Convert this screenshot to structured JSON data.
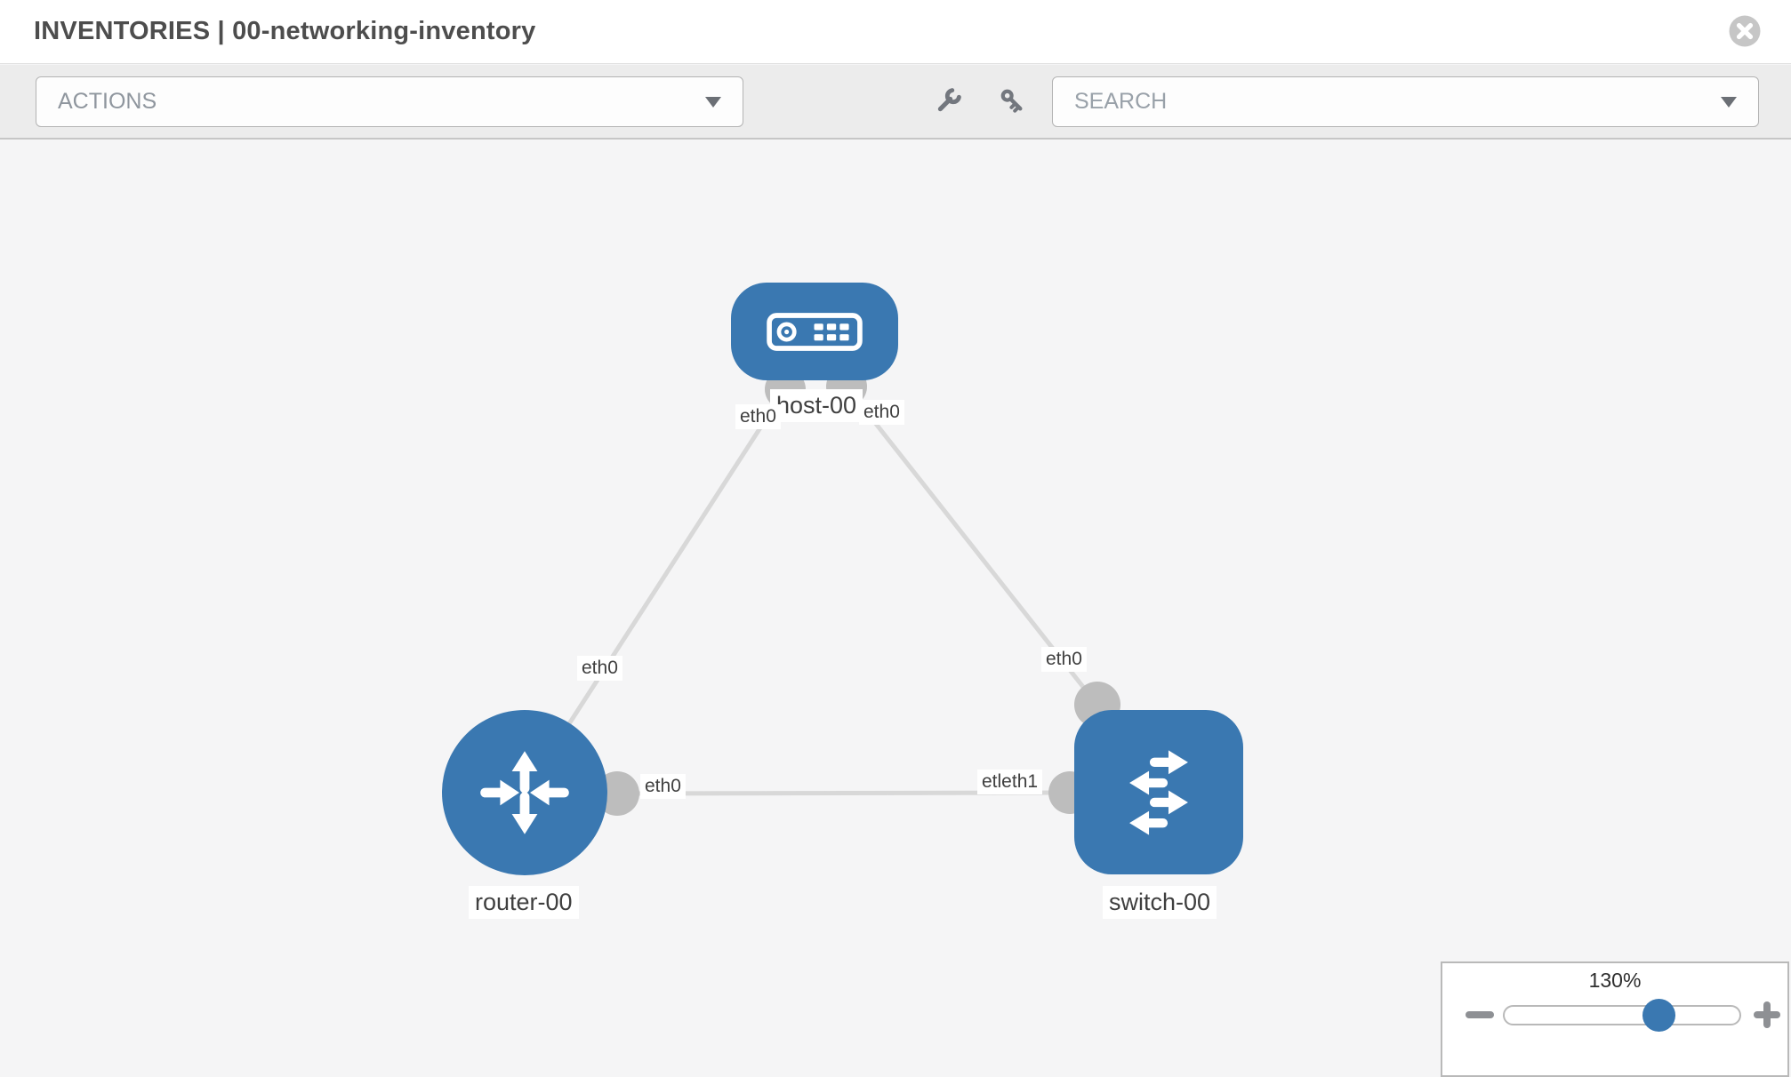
{
  "header": {
    "title": "INVENTORIES | 00-networking-inventory"
  },
  "toolbar": {
    "actions_placeholder": "ACTIONS",
    "search_placeholder": "SEARCH",
    "icon_buttons": [
      "wrench-icon",
      "key-icon"
    ]
  },
  "topology": {
    "nodes": [
      {
        "label": "host-00",
        "type": "host",
        "icon": "host-icon"
      },
      {
        "label": "router-00",
        "type": "router",
        "icon": "router-icon"
      },
      {
        "label": "switch-00",
        "type": "switch",
        "icon": "switch-icon"
      }
    ],
    "port_labels": [
      "eth0",
      "eth0",
      "eth0",
      "eth0",
      "eth0",
      "etleth1"
    ],
    "edges": [
      {
        "from": "host-00",
        "to": "router-00"
      },
      {
        "from": "host-00",
        "to": "switch-00"
      },
      {
        "from": "router-00",
        "to": "switch-00"
      }
    ]
  },
  "zoom_control": {
    "level": "130%"
  },
  "colors": {
    "node_blue": "#3a78b1",
    "edge_gray": "#d8d8d8",
    "port_dot_gray": "#bdbdbd",
    "toolbar_bg": "#ececec",
    "canvas_bg": "#f5f5f6"
  }
}
